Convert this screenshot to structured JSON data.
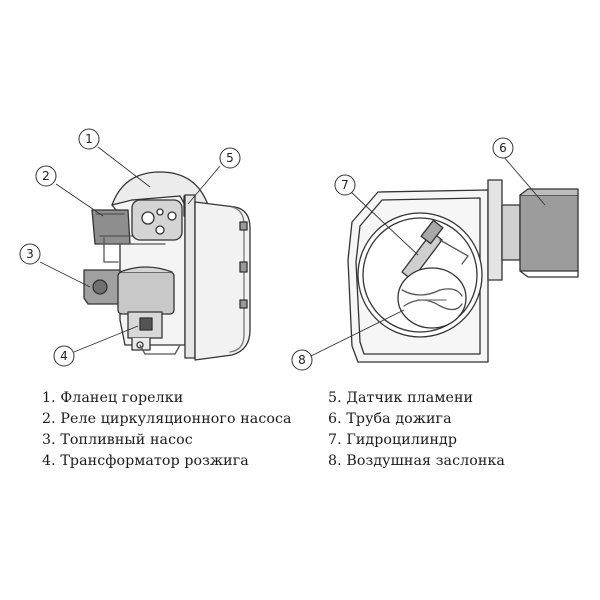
{
  "callouts": [
    {
      "num": "1",
      "label": "Фланец горелки"
    },
    {
      "num": "2",
      "label": "Реле циркуляционного насоса"
    },
    {
      "num": "3",
      "label": "Топливный насос"
    },
    {
      "num": "4",
      "label": "Трансформатор розжига"
    },
    {
      "num": "5",
      "label": "Датчик пламени"
    },
    {
      "num": "6",
      "label": "Труба дожига"
    },
    {
      "num": "7",
      "label": "Гидроцилиндр"
    },
    {
      "num": "8",
      "label": "Воздушная заслонка"
    }
  ],
  "legend_left": [
    "1. Фланец горелки",
    "2. Реле циркуляционного насоса",
    "3. Топливный насос",
    "4. Трансформатор розжига"
  ],
  "legend_right": [
    "5. Датчик пламени",
    "6. Труба дожига",
    "7. Гидроцилиндр",
    "8. Воздушная заслонка"
  ]
}
